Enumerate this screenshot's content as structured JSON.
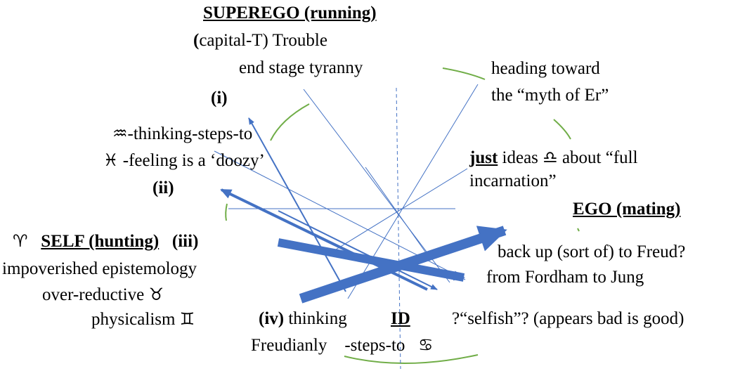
{
  "colors": {
    "line": "#4472C4",
    "arc": "#70AD47",
    "text": "#000000"
  },
  "superego": {
    "title": "SUPEREGO (running)",
    "line1_paren": "(",
    "line1_rest": "capital-T) Trouble",
    "line2": "end stage tyranny",
    "numeral": "(i)"
  },
  "aquarius": {
    "glyph": "♒",
    "text": "-thinking-steps-to"
  },
  "pisces": {
    "glyph": "♓",
    "text": " -feeling is a ‘doozy’"
  },
  "numeral_ii": "(ii)",
  "myth": {
    "line1": "heading toward",
    "line2": "the “myth of Er”"
  },
  "libra": {
    "just": "just",
    "ideas": " ideas ",
    "glyph": "♎",
    "rest": " about “full",
    "line2": "incarnation”"
  },
  "ego": {
    "title": "EGO (mating)",
    "line1": "back up (sort of) to Freud?",
    "line2": "from Fordham to Jung"
  },
  "self": {
    "aries_glyph": "♈",
    "title": "SELF (hunting)",
    "numeral": "(iii)",
    "line1": "impoverished epistemology",
    "line2_text": "over-reductive ",
    "taurus_glyph": "♉",
    "line3_text": "physicalism ",
    "gemini_glyph": "♊"
  },
  "id": {
    "numeral": "(iv)",
    "thinking": " thinking",
    "title": "ID",
    "selfish": "?“selfish”? (appears bad is good)",
    "line2": "Freudianly    -steps-to",
    "cancer_glyph": "♋"
  }
}
